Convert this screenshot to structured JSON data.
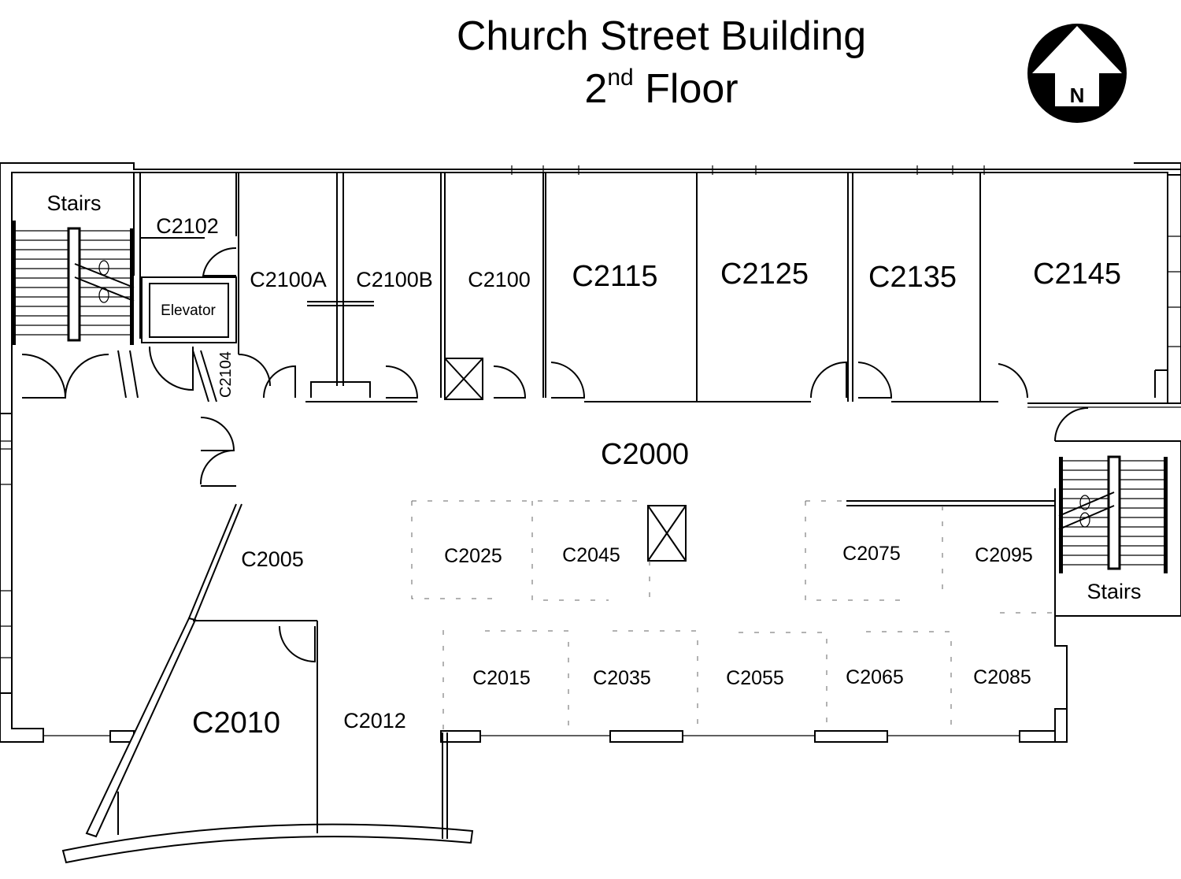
{
  "map": {
    "title": "Church Street Building",
    "subtitle_number": "2",
    "subtitle_suffix": "nd",
    "subtitle_rest": " Floor",
    "north_label": "N"
  },
  "rooms": {
    "stairs_west": "Stairs",
    "stairs_east": "Stairs",
    "c2102": "C2102",
    "c2100a": "C2100A",
    "c2100b": "C2100B",
    "c2100": "C2100",
    "c2115": "C2115",
    "c2125": "C2125",
    "c2135": "C2135",
    "c2145": "C2145",
    "elevator": "Elevator",
    "c2104": "C2104",
    "c2000": "C2000",
    "c2005": "C2005",
    "c2025": "C2025",
    "c2045": "C2045",
    "c2075": "C2075",
    "c2095": "C2095",
    "c2015": "C2015",
    "c2035": "C2035",
    "c2055": "C2055",
    "c2065": "C2065",
    "c2085": "C2085",
    "c2010": "C2010",
    "c2012": "C2012"
  }
}
